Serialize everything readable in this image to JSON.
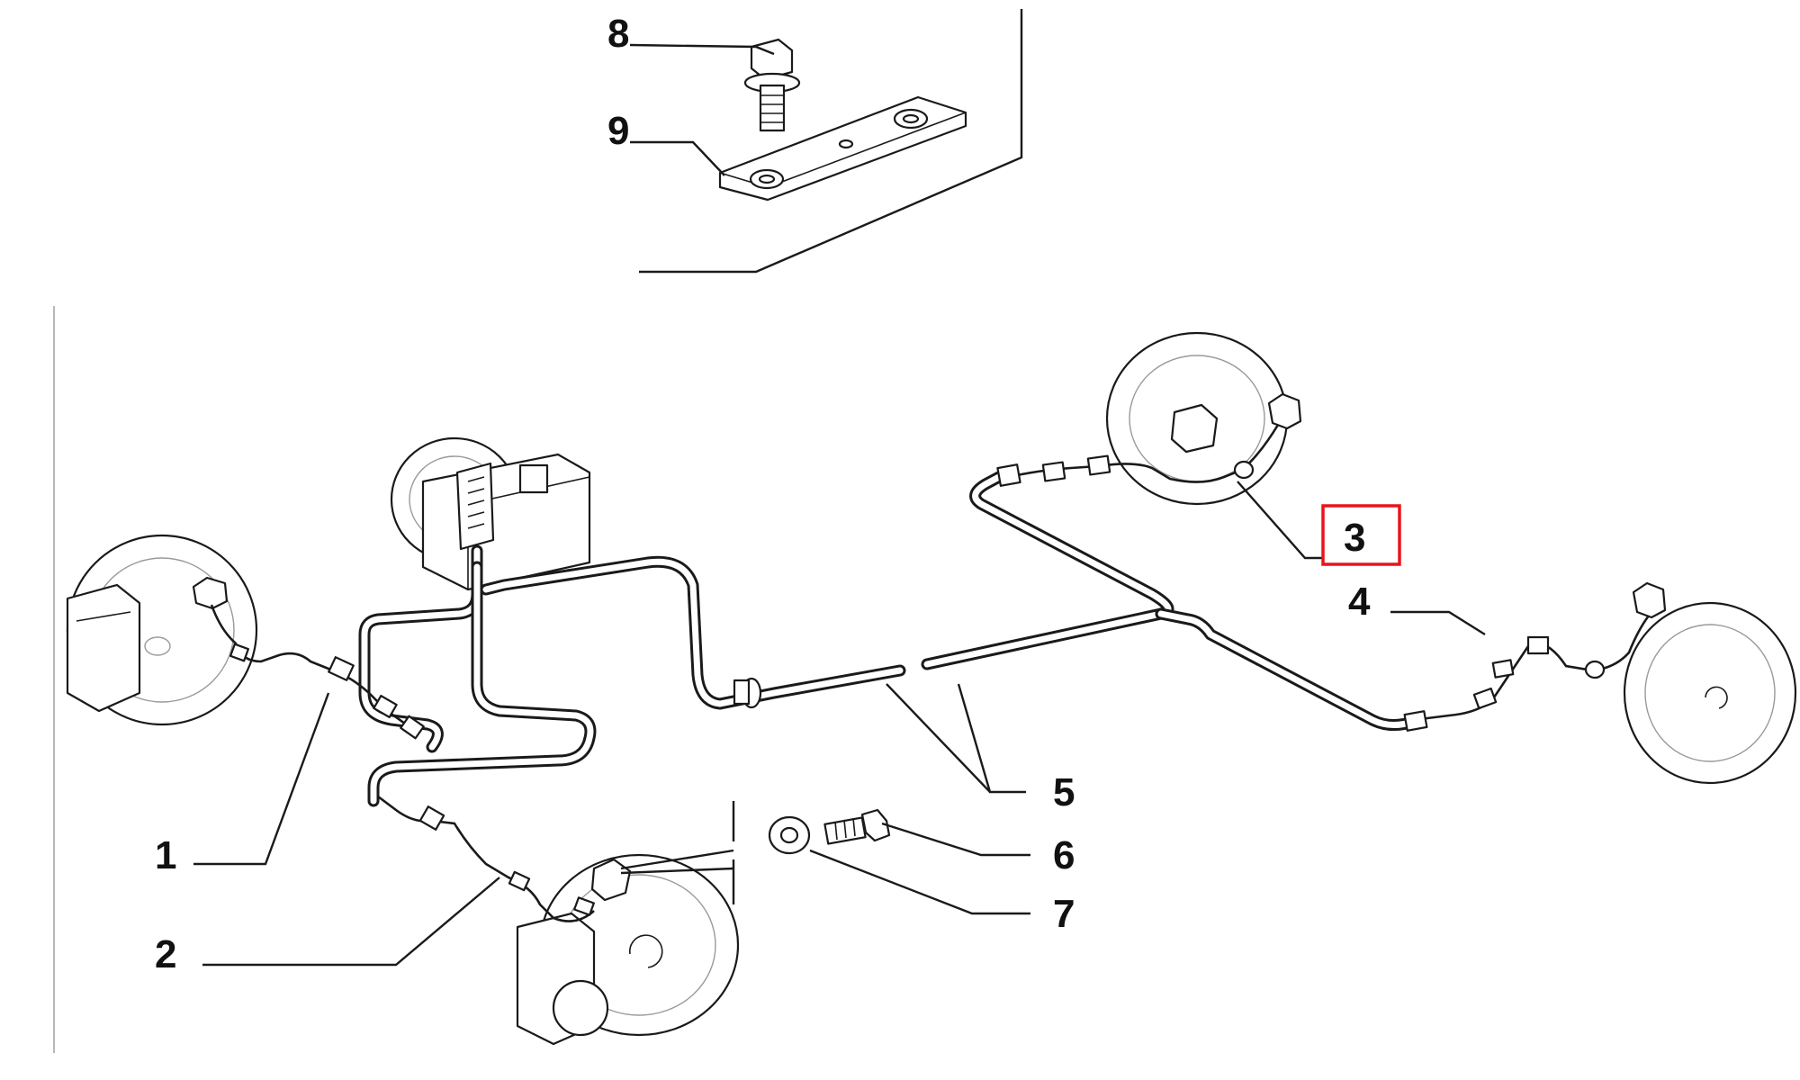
{
  "diagram": {
    "callouts": [
      {
        "id": "1",
        "label": "1"
      },
      {
        "id": "2",
        "label": "2"
      },
      {
        "id": "3",
        "label": "3",
        "highlighted": true
      },
      {
        "id": "4",
        "label": "4"
      },
      {
        "id": "5",
        "label": "5"
      },
      {
        "id": "6",
        "label": "6"
      },
      {
        "id": "7",
        "label": "7"
      },
      {
        "id": "8",
        "label": "8"
      },
      {
        "id": "9",
        "label": "9"
      }
    ],
    "highlight_color": "#e8141b",
    "line_color": "#1a1a1a"
  }
}
